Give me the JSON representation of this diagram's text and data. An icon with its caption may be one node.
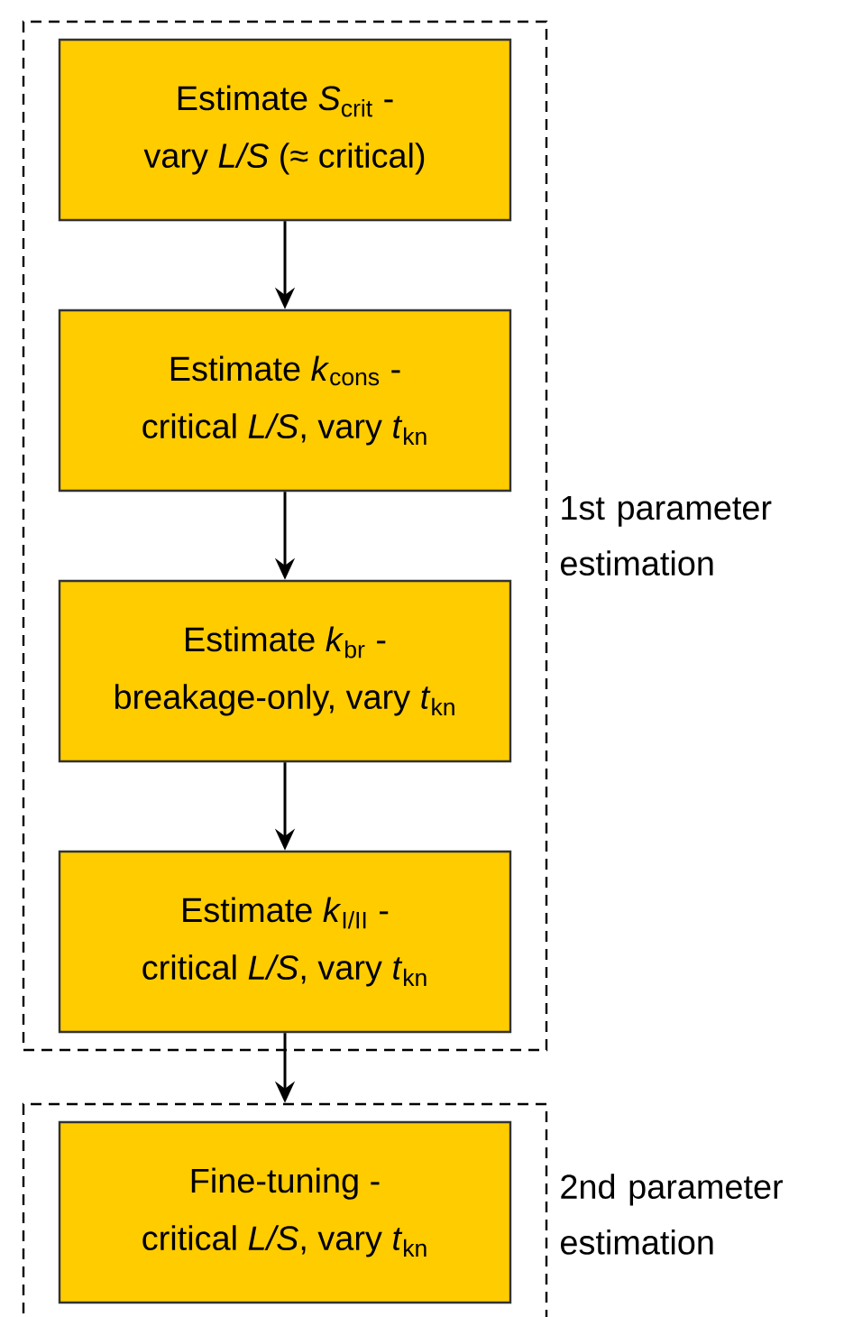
{
  "diagram": {
    "nodes": [
      {
        "text": [
          "1st parameter estimation"
        ]
      },
      {
        "text": [
          "Estimate *S*$_{crit}$ -",
          "vary *L/S* (≈ critical)"
        ],
        "in": 0
      },
      {
        "text": [
          "Estimate *k*$_{cons}$ -",
          "critical *L/S*, vary *t*$_{kn}$"
        ],
        "in": 0
      },
      {
        "text": [
          "Estimate *k*$_{br}$ -",
          "breakage-only, vary *t*$_{kn}$"
        ],
        "in": 0
      },
      {
        "text": [
          "Estimate *k*$_{I/II}$ -",
          "critical *L/S*, vary *t*$_{kn}$"
        ],
        "in": 0
      },
      {
        "text": [
          "2nd parameter estimation"
        ]
      },
      {
        "text": [
          "Fine-tuning -",
          "critical *L/S*, vary *t*$_{kn}$"
        ],
        "in": 5
      }
    ],
    "edges": [
      {
        "from": 1,
        "to": 2,
        "arrow": "to"
      },
      {
        "from": 2,
        "to": 3,
        "arrow": "to"
      },
      {
        "from": 3,
        "to": 4,
        "arrow": "to"
      },
      {
        "from": 4,
        "to": 5,
        "arrow": "to"
      }
    ]
  }
}
